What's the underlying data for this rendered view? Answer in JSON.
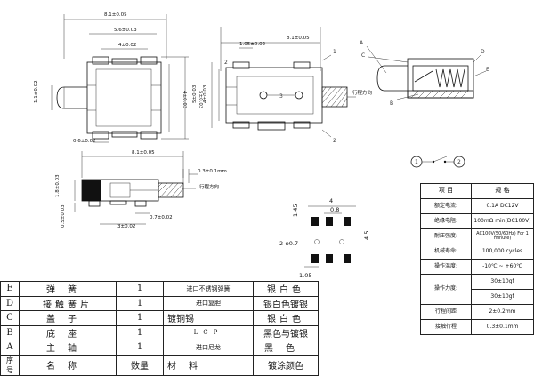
{
  "dims": {
    "top_width": "8.1±0.05",
    "top_inner": "5.6±0.03",
    "top_pitch": "4±0.02",
    "top_h": "1.1±0.02",
    "top_h2": "4±0.03",
    "top_h3": "5±0.03",
    "top_pad": "0.6±0.02",
    "mid_width": "8.1±0.05",
    "mid_offset": "1.05±0.02",
    "mid_h": "5±0.03",
    "mid_h2": "4±0.03",
    "side_width": "8.1±0.05",
    "side_h": "1.8±0.03",
    "side_stroke": "0.3±0.1mm",
    "side_a": "0.5±0.03",
    "side_b": "0.7±0.02",
    "side_c": "3±0.02",
    "pcb_w": "4",
    "pcb_p": "0.8",
    "pcb_h": "1.45",
    "pcb_h2": "4.5",
    "pcb_hole": "2-φ0.7",
    "pcb_b": "1.05"
  },
  "labels": {
    "stroke_dir": "行程方向",
    "stroke_dir2": "行程方向",
    "mid_pin2": "2",
    "mid_pin3": "3",
    "mid_pin1": "1",
    "mid_pin2b": "2",
    "sec_a": "A",
    "sec_b": "B",
    "sec_c": "C",
    "sec_d": "D",
    "sec_e": "E",
    "circ1": "1",
    "circ2": "2"
  },
  "spec": {
    "header_item": "项 目",
    "header_spec": "规 格",
    "rows": [
      {
        "item": "额定电流:",
        "spec": "0.1A DC12V"
      },
      {
        "item": "绝缘电阻:",
        "spec": "100mΩ min(DC100V)"
      },
      {
        "item": "耐压强度:",
        "spec": "AC100V(50/60Hz) For 1 minute)"
      },
      {
        "item": "机械寿命:",
        "spec": "100,000 cycles"
      },
      {
        "item": "操作温度:",
        "spec": "-10℃ ~ +60℃"
      },
      {
        "item": "操作力度:",
        "spec": "30±10gf"
      },
      {
        "item": "",
        "spec": "30±10gf"
      },
      {
        "item": "行程间距",
        "spec": "2±0.2mm"
      },
      {
        "item": "接触行程",
        "spec": "0.3±0.1mm"
      }
    ]
  },
  "bom": {
    "rows": [
      {
        "key": "E",
        "name": "弹簧",
        "qty": "1",
        "mat": "进口不锈钢弹簧",
        "fin": "银白色"
      },
      {
        "key": "D",
        "name": "接触簧片",
        "qty": "1",
        "mat": "进口复胆",
        "fin": "银白色镀银"
      },
      {
        "key": "C",
        "name": "盖子",
        "qty": "1",
        "mat": "镀铜锡",
        "fin": "银白色"
      },
      {
        "key": "B",
        "name": "底座",
        "qty": "1",
        "mat": "LCP",
        "fin": "黑色与镀银"
      },
      {
        "key": "A",
        "name": "主轴",
        "qty": "1",
        "mat": "进口尼龙",
        "fin": "黑色"
      }
    ],
    "header": {
      "key": "序号",
      "name": "名称",
      "qty": "数量",
      "mat": "材料",
      "fin": "镀涂颜色"
    }
  }
}
